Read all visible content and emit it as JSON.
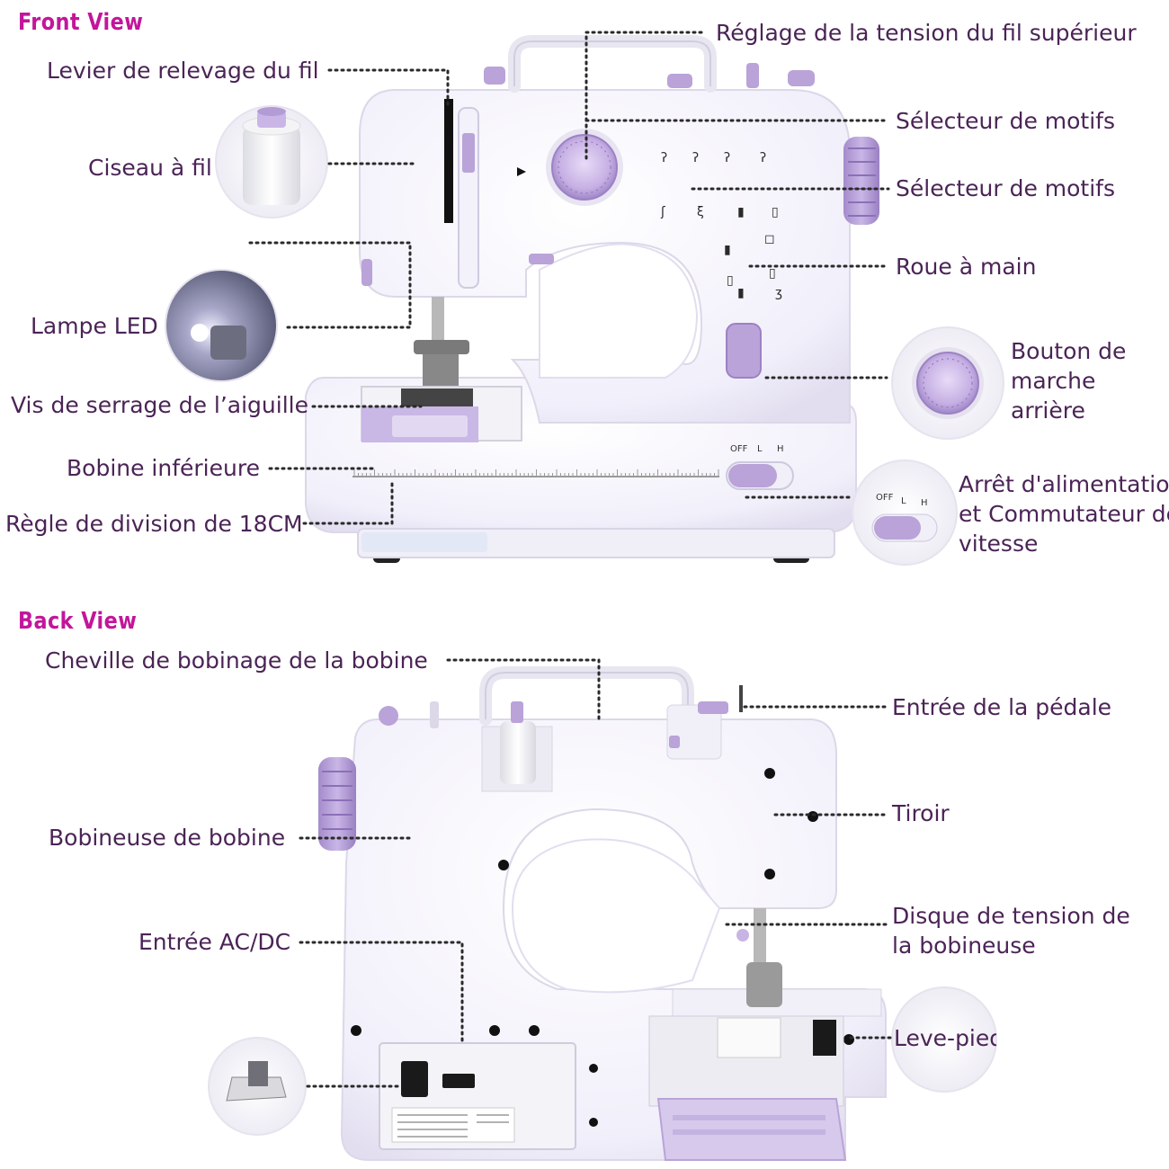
{
  "sections": {
    "front_title": "Front View",
    "back_title": "Back View"
  },
  "front_labels": {
    "upper_tension": "Réglage de la tension du fil supérieur",
    "thread_lever": "Levier de relevage du fil",
    "pattern_selector_1": "Sélecteur de motifs",
    "thread_cutter": "Ciseau à fil",
    "pattern_selector_2": "Sélecteur de motifs",
    "hand_wheel": "Roue à main",
    "led_lamp": "Lampe LED",
    "reverse_button": "Bouton de marche arrière",
    "needle_screw": "Vis de serrage de l’aiguille",
    "lower_bobbin": "Bobine inférieure",
    "power_switch": "Arrêt d'alimentation et Commutateur de vitesse",
    "ruler": "Règle de division de 18CM"
  },
  "back_labels": {
    "spool_pin": "Cheville de bobinage de la bobine",
    "pedal_input": "Entrée de la pédale",
    "drawer": "Tiroir",
    "bobbin_winder": "Bobineuse de bobine",
    "winder_tension": "Disque de tension de la bobineuse",
    "ac_dc": "Entrée AC/DC",
    "presser_foot": "Leve-pied"
  },
  "switch_marks": {
    "off": "OFF",
    "low": "L",
    "high": "H"
  },
  "colors": {
    "title": "#c2169a",
    "label": "#4b2456",
    "lavender": "#b9a3d8",
    "lavender_dark": "#9c82c4",
    "body": "#f7f6fb",
    "outline": "#d9d5e6"
  }
}
